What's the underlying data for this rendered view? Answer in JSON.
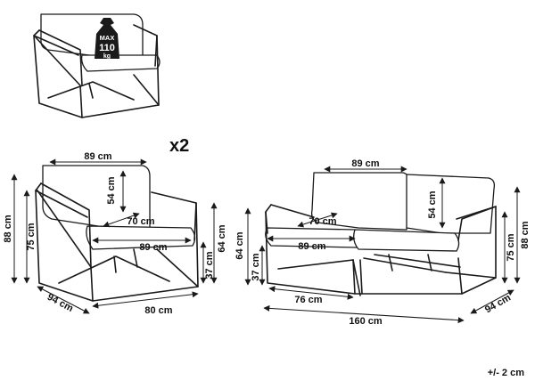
{
  "multiplier": "x2",
  "max_load": {
    "line1": "MAX",
    "line2": "110",
    "line3": "kg"
  },
  "tolerance": "+/- 2 cm",
  "chair": {
    "back_width": "89 cm",
    "back_height": "54 cm",
    "seat_depth": "70 cm",
    "seat_width": "89 cm",
    "total_height": "88 cm",
    "arm_height": "75 cm",
    "side_height": "64 cm",
    "seat_height": "37 cm",
    "depth": "94 cm",
    "width": "80 cm"
  },
  "sofa": {
    "back_width": "89 cm",
    "back_height": "54 cm",
    "seat_depth": "70 cm",
    "seat_width": "89 cm",
    "side_height": "64 cm",
    "seat_height": "37 cm",
    "module_width": "76 cm",
    "total_width": "160 cm",
    "arm_height": "75 cm",
    "total_height": "88 cm",
    "depth": "94 cm"
  }
}
